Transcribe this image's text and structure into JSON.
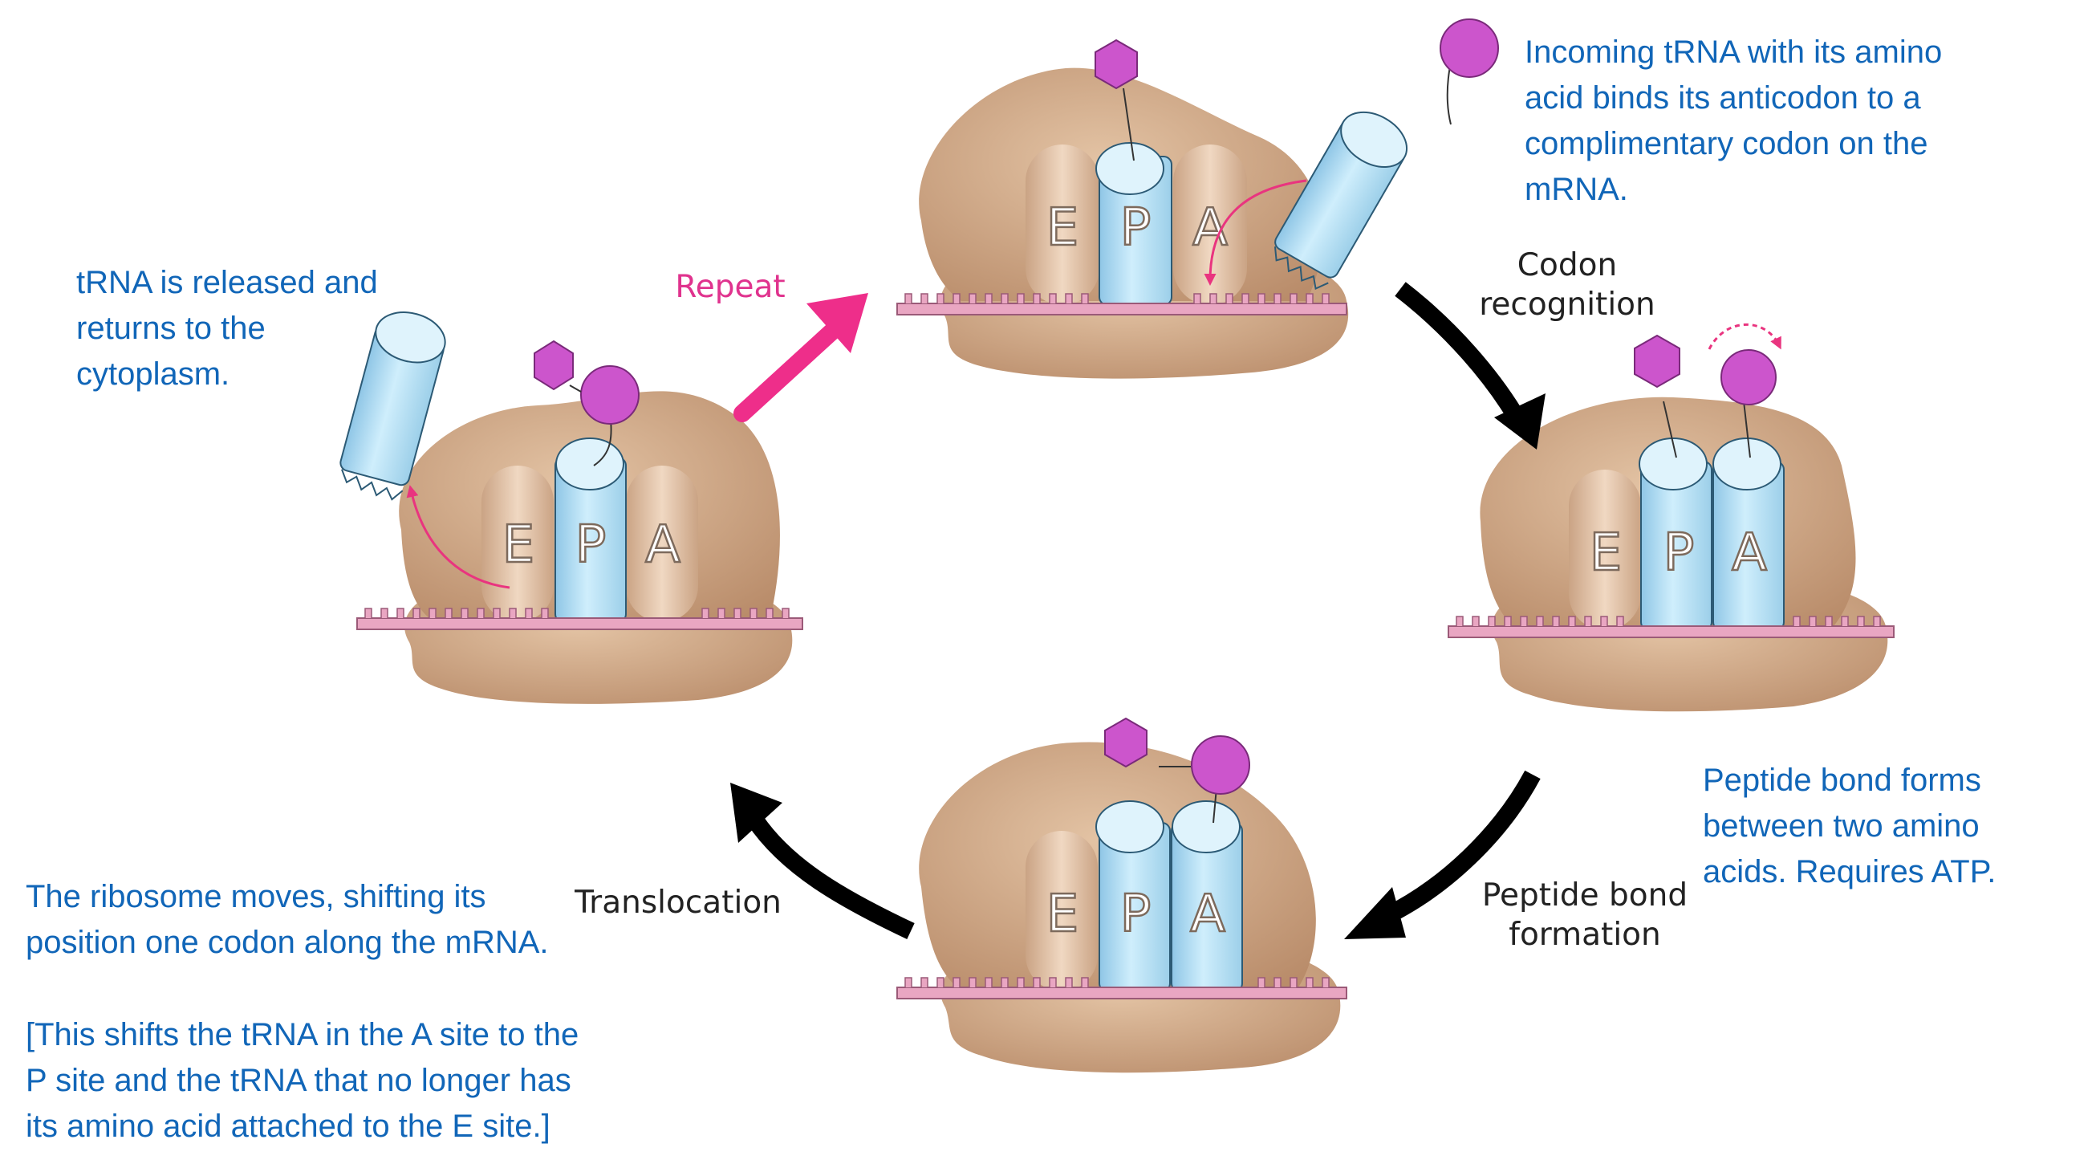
{
  "notes": {
    "codon_recognition": [
      "Incoming tRNA with its amino",
      "acid binds its anticodon to a",
      "complimentary codon on the",
      "mRNA."
    ],
    "trna_release": [
      "tRNA is released and",
      "returns to the",
      "cytoplasm."
    ],
    "peptide_bond": [
      "Peptide bond forms",
      "between two amino",
      "acids. Requires ATP."
    ],
    "translocation": [
      "The ribosome moves, shifting its",
      "position one codon along the mRNA.",
      "",
      "[This shifts the tRNA in the A site to the",
      "P site and the tRNA that no longer has",
      "its amino acid attached to the E site.]"
    ]
  },
  "steps": {
    "repeat": "Repeat",
    "codon_recognition": [
      "Codon",
      "recognition"
    ],
    "peptide_bond_formation": [
      "Peptide bond",
      "formation"
    ],
    "translocation": "Translocation"
  },
  "sites": {
    "e": "E",
    "p": "P",
    "a": "A"
  },
  "colors": {
    "ribosome": "#c9a07f",
    "trna": "#b8dff2",
    "mrna": "#e9a6c2",
    "amino_acid": "#cc55cc",
    "cycle_arrow": "#000000",
    "repeat_arrow": "#ee2e8a",
    "note_text": "#1166b8"
  },
  "icons": {
    "ribosome": "ribosome-icon",
    "trna": "trna-icon",
    "amino_acid": "amino-acid-circle-icon",
    "peptide": "peptide-hexagon-icon"
  }
}
